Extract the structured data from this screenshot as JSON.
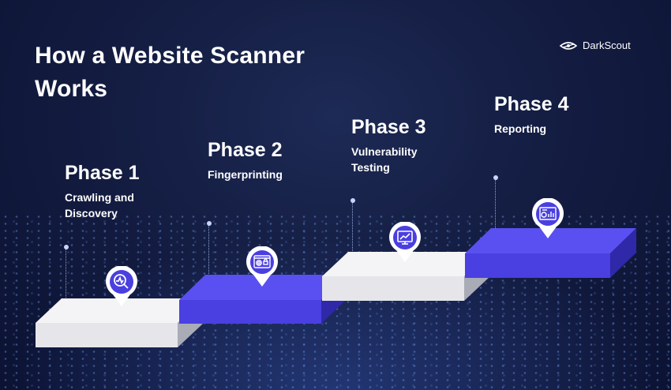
{
  "title": "How a Website Scanner Works",
  "brand": {
    "name": "DarkScout",
    "icon": "darkscout-logo-icon"
  },
  "phases": [
    {
      "title": "Phase 1",
      "subtitle": "Crawling and Discovery",
      "icon": "magnifier-chart-icon",
      "platform_color": "#e8e8ec"
    },
    {
      "title": "Phase 2",
      "subtitle": "Fingerprinting",
      "icon": "browser-fingerprint-icon",
      "platform_color": "#4a3fe0"
    },
    {
      "title": "Phase 3",
      "subtitle": "Vulnerability Testing",
      "icon": "monitor-chart-icon",
      "platform_color": "#e8e8ec"
    },
    {
      "title": "Phase 4",
      "subtitle": "Reporting",
      "icon": "report-dashboard-icon",
      "platform_color": "#4a3fe0"
    }
  ],
  "colors": {
    "background": "#141d42",
    "accent": "#4a3fe0",
    "light": "#e8e8ec"
  }
}
